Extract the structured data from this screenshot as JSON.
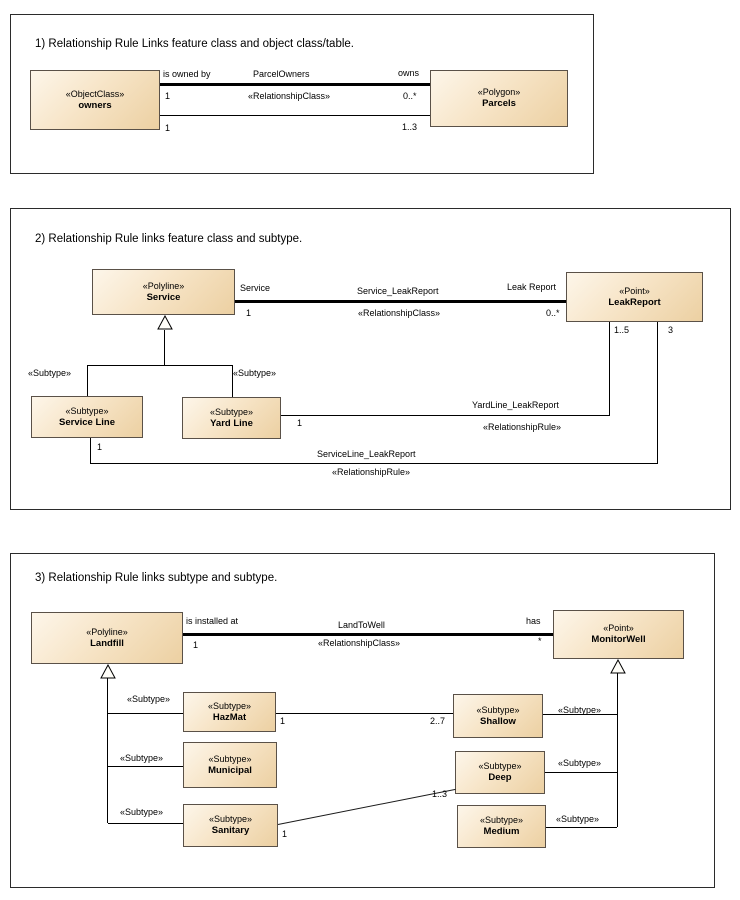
{
  "keywords": {
    "subtype": "«Subtype»"
  },
  "colors": {
    "box_fill_light": "#fdf6ea",
    "box_fill_dark": "#ecd0a2",
    "box_border": "#5a5148",
    "line": "#000000",
    "panel_border": "#2b2b2b",
    "background": "#ffffff"
  },
  "panel1": {
    "title": "1) Relationship Rule Links feature class and object class/table.",
    "owners": {
      "stereotype": "«ObjectClass»",
      "name": "owners"
    },
    "parcels": {
      "stereotype": "«Polygon»",
      "name": "Parcels"
    },
    "assoc": {
      "left_role": "is owned by",
      "name": "ParcelOwners",
      "right_role": "owns",
      "left_mult": "1",
      "stereotype": "«RelationshipClass»",
      "right_mult": "0..*",
      "rule_left_mult": "1",
      "rule_right_mult": "1..3"
    }
  },
  "panel2": {
    "title": "2) Relationship Rule links feature class and subtype.",
    "service": {
      "stereotype": "«Polyline»",
      "name": "Service"
    },
    "leakreport": {
      "stereotype": "«Point»",
      "name": "LeakReport"
    },
    "assoc": {
      "left_role": "Service",
      "name": "Service_LeakReport",
      "right_role": "Leak Report",
      "left_mult": "1",
      "stereotype": "«RelationshipClass»",
      "right_mult": "0..*"
    },
    "service_line": {
      "stereotype": "«Subtype»",
      "name": "Service Line"
    },
    "yard_line": {
      "stereotype": "«Subtype»",
      "name": "Yard Line"
    },
    "leak_mult_left": "1..5",
    "leak_mult_right": "3",
    "yardline_rule": {
      "name": "YardLine_LeakReport",
      "stereotype": "«RelationshipRule»",
      "left_mult": "1"
    },
    "serviceline_rule": {
      "name": "ServiceLine_LeakReport",
      "stereotype": "«RelationshipRule»",
      "left_mult": "1"
    }
  },
  "panel3": {
    "title": "3) Relationship Rule links subtype and subtype.",
    "landfill": {
      "stereotype": "«Polyline»",
      "name": "Landfill"
    },
    "monitorwell": {
      "stereotype": "«Point»",
      "name": "MonitorWell"
    },
    "assoc": {
      "left_role": "is installed at",
      "name": "LandToWell",
      "right_role": "has",
      "left_mult": "1",
      "stereotype": "«RelationshipClass»",
      "right_mult": "*"
    },
    "hazmat": {
      "stereotype": "«Subtype»",
      "name": "HazMat"
    },
    "municipal": {
      "stereotype": "«Subtype»",
      "name": "Municipal"
    },
    "sanitary": {
      "stereotype": "«Subtype»",
      "name": "Sanitary"
    },
    "shallow": {
      "stereotype": "«Subtype»",
      "name": "Shallow"
    },
    "deep": {
      "stereotype": "«Subtype»",
      "name": "Deep"
    },
    "medium": {
      "stereotype": "«Subtype»",
      "name": "Medium"
    },
    "hazmat_shallow": {
      "left_mult": "1",
      "right_mult": "2..7"
    },
    "sanitary_deep": {
      "left_mult": "1",
      "right_mult": "1..3"
    }
  }
}
